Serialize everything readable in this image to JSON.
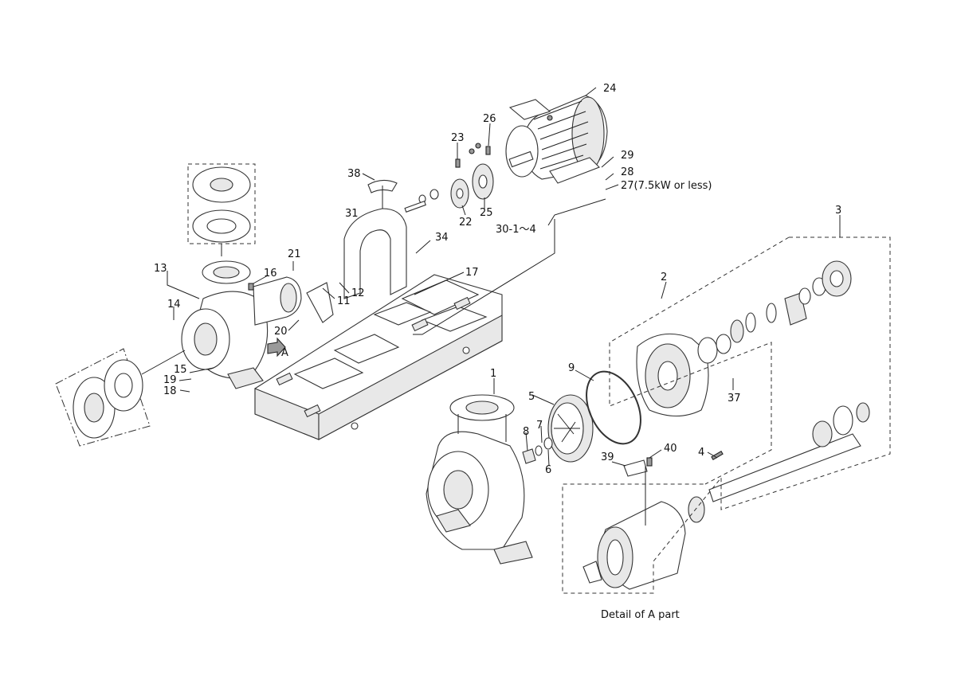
{
  "diagram": {
    "caption": "Detail of A part",
    "view_marker": "A",
    "labels": {
      "p1": "1",
      "p2": "2",
      "p3": "3",
      "p4": "4",
      "p5": "5",
      "p6": "6",
      "p7": "7",
      "p8": "8",
      "p9": "9",
      "p11": "11",
      "p12": "12",
      "p13": "13",
      "p14": "14",
      "p15": "15",
      "p16": "16",
      "p17": "17",
      "p18": "18",
      "p19": "19",
      "p20": "20",
      "p21": "21",
      "p22": "22",
      "p23": "23",
      "p24": "24",
      "p25": "25",
      "p26": "26",
      "p27": "27(7.5kW or less)",
      "p28": "28",
      "p29": "29",
      "p30": "30-1～4",
      "p31": "31",
      "p34": "34",
      "p37": "37",
      "p38": "38",
      "p39": "39",
      "p40": "40"
    }
  }
}
